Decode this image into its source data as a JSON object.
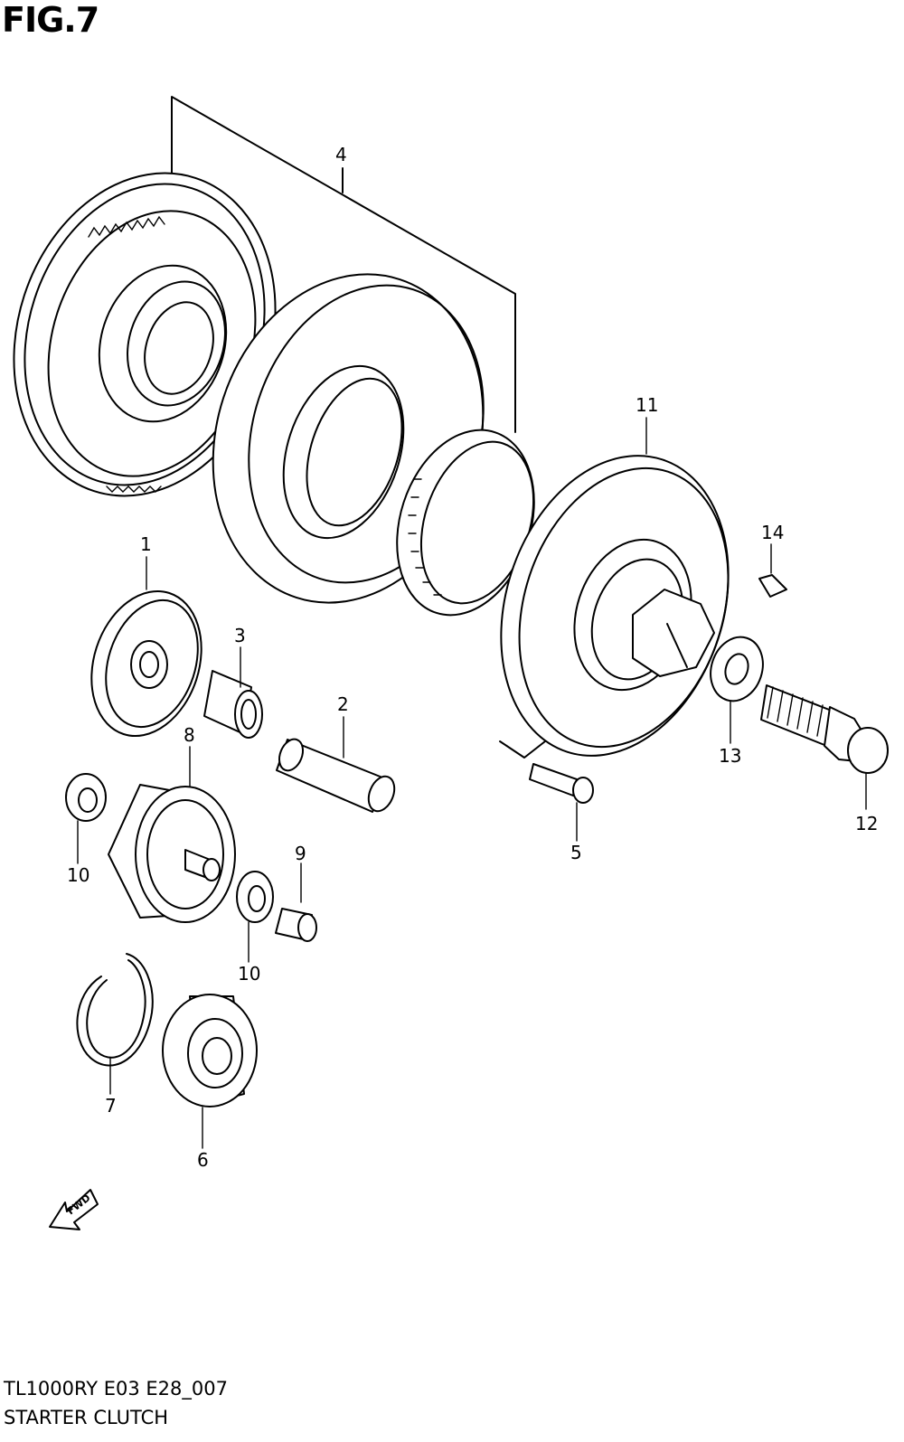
{
  "figure": {
    "title": "FIG.7"
  },
  "caption": {
    "model_code": "TL1000RY  E03  E28_007",
    "section_name": "STARTER CLUTCH"
  },
  "arrow": {
    "text": "FWD"
  },
  "callouts": [
    {
      "label": "4"
    },
    {
      "label": "11"
    },
    {
      "label": "14"
    },
    {
      "label": "1"
    },
    {
      "label": "3"
    },
    {
      "label": "2"
    },
    {
      "label": "8"
    },
    {
      "label": "13"
    },
    {
      "label": "12"
    },
    {
      "label": "10"
    },
    {
      "label": "9"
    },
    {
      "label": "10"
    },
    {
      "label": "5"
    },
    {
      "label": "7"
    },
    {
      "label": "6"
    }
  ]
}
